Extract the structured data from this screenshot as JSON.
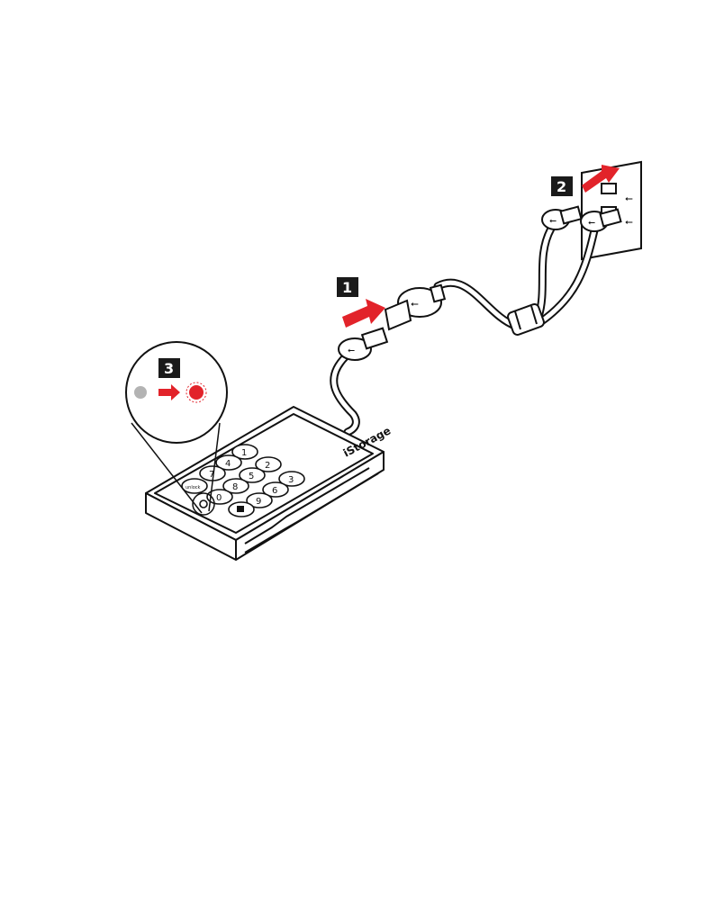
{
  "steps": [
    {
      "label": "1"
    },
    {
      "label": "2"
    },
    {
      "label": "3"
    }
  ],
  "keypad": {
    "keys": [
      "1",
      "2",
      "3",
      "4",
      "5",
      "6",
      "7",
      "8",
      "9",
      "0"
    ],
    "unlock_key": "unlock"
  },
  "brand": "iStorage",
  "colors": {
    "accent_red": "#e2232a",
    "step_box": "#1a1a1a",
    "led_off": "#b3b3b3",
    "outline": "#111111"
  },
  "icons": [
    "usb-icon",
    "lock-icon",
    "arrow-icon"
  ]
}
